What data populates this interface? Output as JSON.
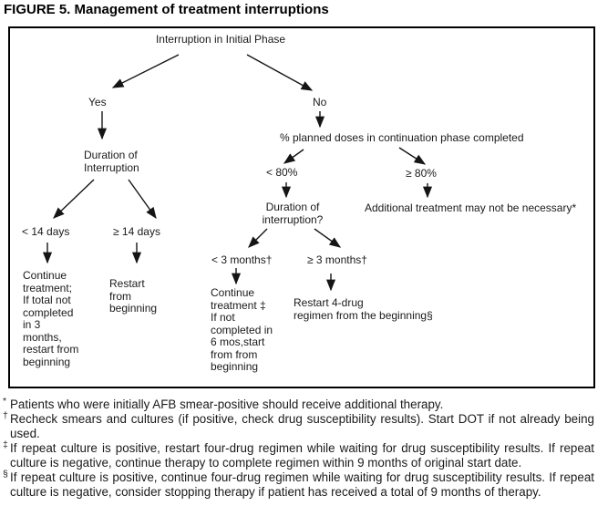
{
  "figure": {
    "title": "FIGURE 5. Management of treatment interruptions"
  },
  "flowchart": {
    "root": "Interruption in Initial Phase",
    "yes_branch": {
      "label": "Yes",
      "question": "Duration of\nInterruption",
      "lt_14_days": {
        "label": "< 14 days",
        "outcome": "Continue\ntreatment;\nIf total not\ncompleted\nin 3\nmonths,\nrestart from\nbeginning"
      },
      "ge_14_days": {
        "label": "≥ 14 days",
        "outcome": "Restart\nfrom\nbeginning"
      }
    },
    "no_branch": {
      "label": "No",
      "question": "% planned doses in continuation phase completed",
      "lt_80pct": {
        "label": "< 80%",
        "question": "Duration of\ninterruption?",
        "lt_3_months": {
          "label": "< 3 months†",
          "outcome": "Continue\ntreatment ‡\nIf not\ncompleted in\n6 mos,start\nfrom from\nbeginning"
        },
        "ge_3_months": {
          "label": "≥ 3 months†",
          "outcome": "Restart 4-drug\nregimen from the beginning§"
        }
      },
      "ge_80pct": {
        "label": "≥ 80%",
        "outcome": "Additional treatment may not be necessary*"
      }
    }
  },
  "footnotes": [
    {
      "marker": "*",
      "text": "Patients who were initially AFB smear-positive should receive additional therapy."
    },
    {
      "marker": "†",
      "text": "Recheck smears and cultures (if positive, check drug susceptibility results). Start DOT if not already being used."
    },
    {
      "marker": "‡",
      "text": "If repeat culture is positive, restart four-drug regimen while waiting for drug susceptibility results. If repeat culture is negative, continue therapy to complete regimen within 9 months of original start date."
    },
    {
      "marker": "§",
      "text": "If repeat culture is positive, continue four-drug regimen while waiting for drug susceptibility results. If repeat culture is negative, consider stopping therapy if patient has received a total of 9 months of therapy."
    }
  ]
}
